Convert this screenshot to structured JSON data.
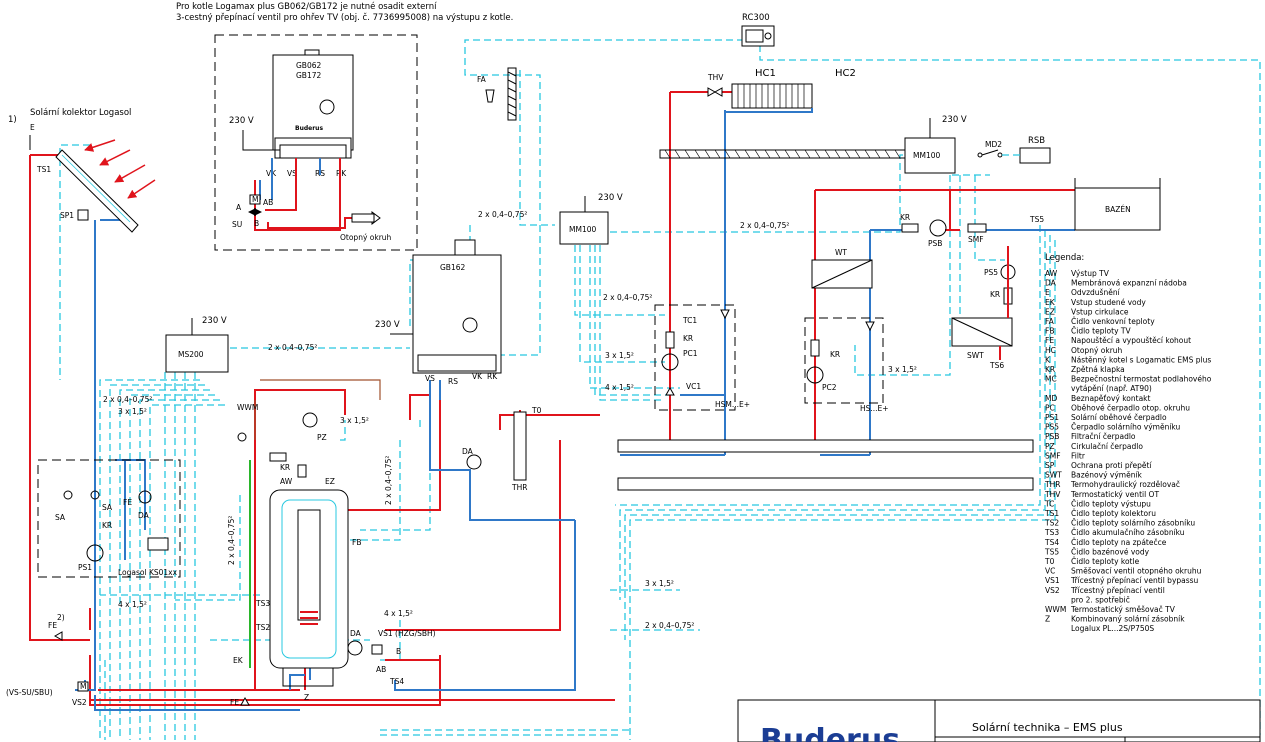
{
  "note": {
    "line1": "Pro kotle Logamax plus GB062/GB172 je nutné osadit externí",
    "line2": "3-cestný přepínací ventil pro ohřev TV (obj. č. 7736995008) na výstupu z kotle."
  },
  "components": {
    "rc300": "RC300",
    "fa": "FA",
    "thv": "THV",
    "hc1": "HC1",
    "hc2": "HC2",
    "gb062": "GB062",
    "gb172": "GB172",
    "gb162": "GB162",
    "mm100_a": "MM100",
    "mm100_b": "MM100",
    "ms200": "MS200",
    "md2": "MD2",
    "rsb": "RSB",
    "bazen": "BAZÉN",
    "wt": "WT",
    "swt": "SWT",
    "psb": "PSB",
    "smf": "SMF",
    "ts5": "TS5",
    "ps5": "PS5",
    "ts6": "TS6",
    "kr": "KR",
    "tc1": "TC1",
    "pc1": "PC1",
    "vc1": "VC1",
    "pc2": "PC2",
    "hsm": "HSM...E+",
    "hs": "HS...E+",
    "thr": "THR",
    "t0": "T0",
    "da": "DA",
    "vk": "VK",
    "vs": "VS",
    "rs": "RS",
    "rk": "RK",
    "su": "SU",
    "a": "A",
    "b": "B",
    "ab": "AB",
    "m": "M",
    "otopny": "Otopný okruh",
    "kolektor": "Solární kolektor Logasol",
    "note1": "1)",
    "note2": "2)",
    "e": "E",
    "ts1": "TS1",
    "sp1": "SP1",
    "sa": "SA",
    "fe": "FE",
    "ps1": "PS1",
    "ks01": "Logasol KS01xx",
    "wwm": "WWM",
    "pz": "PZ",
    "aw": "AW",
    "ez": "EZ",
    "fb": "FB",
    "ts2": "TS2",
    "ts3": "TS3",
    "ek": "EK",
    "z": "Z",
    "vs1": "VS1 (HZG/SBH)",
    "ts4": "TS4",
    "vs2": "VS2",
    "vs_su": "(VS-SU/SBU)",
    "v230": "230 V"
  },
  "cables": {
    "c2x04": "2 x 0,4–0,75²",
    "c2x04b": "2 x 0,4–0,75²",
    "c3x15": "3 x 1,5²",
    "c4x15": "4 x 1,5²"
  },
  "legend": {
    "title": "Legenda:",
    "items": [
      [
        "AW",
        "Výstup TV"
      ],
      [
        "DA",
        "Membránová expanzní nádoba"
      ],
      [
        "E",
        "Odvzdušnění"
      ],
      [
        "EK",
        "Vstup studené vody"
      ],
      [
        "EZ",
        "Vstup cirkulace"
      ],
      [
        "FA",
        "Čidlo venkovní teploty"
      ],
      [
        "FB",
        "Čidlo teploty TV"
      ],
      [
        "FE",
        "Napouštěcí a vypouštěcí kohout"
      ],
      [
        "HC",
        "Otopný okruh"
      ],
      [
        "K",
        "Nástěnný kotel s Logamatic EMS plus"
      ],
      [
        "KR",
        "Zpětná klapka"
      ],
      [
        "MC",
        "Bezpečnostní termostat podlahového"
      ],
      [
        "",
        "vytápění (např. AT90)"
      ],
      [
        "MD",
        "Beznapěťový kontakt"
      ],
      [
        "PC",
        "Oběhové čerpadlo otop. okruhu"
      ],
      [
        "PS1",
        "Solární oběhové čerpadlo"
      ],
      [
        "PS5",
        "Čerpadlo solárního výměníku"
      ],
      [
        "PSB",
        "Filtrační čerpadlo"
      ],
      [
        "PZ",
        "Cirkulační čerpadlo"
      ],
      [
        "SMF",
        "Filtr"
      ],
      [
        "SP",
        "Ochrana proti přepětí"
      ],
      [
        "SWT",
        "Bazénový výměník"
      ],
      [
        "THR",
        "Termohydraulický rozdělovač"
      ],
      [
        "THV",
        "Termostatický ventil OT"
      ],
      [
        "TC",
        "Čidlo teploty výstupu"
      ],
      [
        "TS1",
        "Čidlo teploty kolektoru"
      ],
      [
        "TS2",
        "Čidlo teploty solárního zásobníku"
      ],
      [
        "TS3",
        "Čidlo akumulačního zásobníku"
      ],
      [
        "TS4",
        "Čidlo teploty na zpátečce"
      ],
      [
        "TS5",
        "Čidlo bazénové vody"
      ],
      [
        "T0",
        "Čidlo teploty kotle"
      ],
      [
        "VC",
        "Směšovací ventil otopného okruhu"
      ],
      [
        "VS1",
        "Třícestný přepínací ventil bypassu"
      ],
      [
        "VS2",
        "Třícestný přepínací ventil"
      ],
      [
        "",
        "pro 2. spotřebič"
      ],
      [
        "WWM",
        "Termostatický směšovač TV"
      ],
      [
        "Z",
        "Kombinovaný solární zásobník"
      ],
      [
        "",
        "Logalux PL...2S/P750S"
      ]
    ]
  },
  "titleblock": {
    "brand": "Buderus",
    "title": "Solární technika – EMS plus"
  },
  "colors": {
    "supply": "#e0141c",
    "return": "#2f78c8",
    "cable": "#28c8e0",
    "cold_water": "#2ab52a",
    "brand": "#1b3d94"
  }
}
